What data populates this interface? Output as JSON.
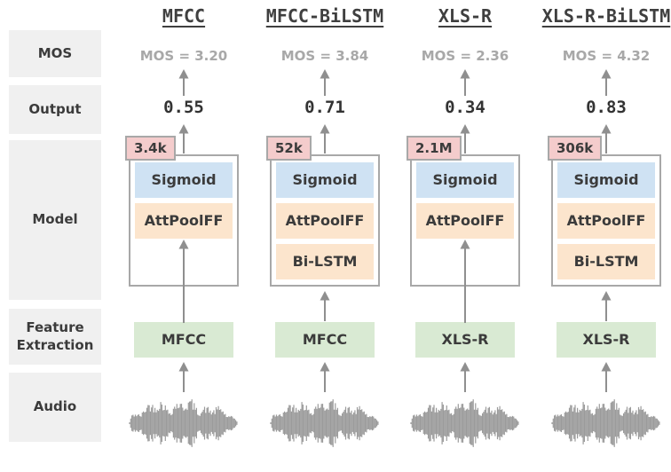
{
  "row_labels": [
    "MOS",
    "Output",
    "Model",
    "Feature Extraction",
    "Audio"
  ],
  "columns": [
    {
      "header": "MFCC",
      "mos_text": "MOS = 3.20",
      "output_value": "0.55",
      "param_count": "3.4k",
      "layers": [
        "Sigmoid",
        "AttPoolFF"
      ],
      "feature_label": "MFCC"
    },
    {
      "header": "MFCC-BiLSTM",
      "mos_text": "MOS = 3.84",
      "output_value": "0.71",
      "param_count": "52k",
      "layers": [
        "Sigmoid",
        "AttPoolFF",
        "Bi-LSTM"
      ],
      "feature_label": "MFCC"
    },
    {
      "header": "XLS-R",
      "mos_text": "MOS = 2.36",
      "output_value": "0.34",
      "param_count": "2.1M",
      "layers": [
        "Sigmoid",
        "AttPoolFF"
      ],
      "feature_label": "XLS-R"
    },
    {
      "header": "XLS-R-BiLSTM",
      "mos_text": "MOS = 4.32",
      "output_value": "0.83",
      "param_count": "306k",
      "layers": [
        "Sigmoid",
        "AttPoolFF",
        "Bi-LSTM"
      ],
      "feature_label": "XLS-R"
    }
  ],
  "colors": {
    "layer_blue": "#cfe2f3",
    "layer_orange": "#fce5cd",
    "feature_green": "#d9ead3",
    "param_pink": "#f4cccc",
    "label_bg": "#f0f0f0",
    "box_border": "#a8a8a8",
    "arrow_gray": "#8f8f8f",
    "text_dark": "#3b3b3b",
    "mos_gray": "#a8a8a8",
    "waveform_gray": "#9b9b9b"
  }
}
